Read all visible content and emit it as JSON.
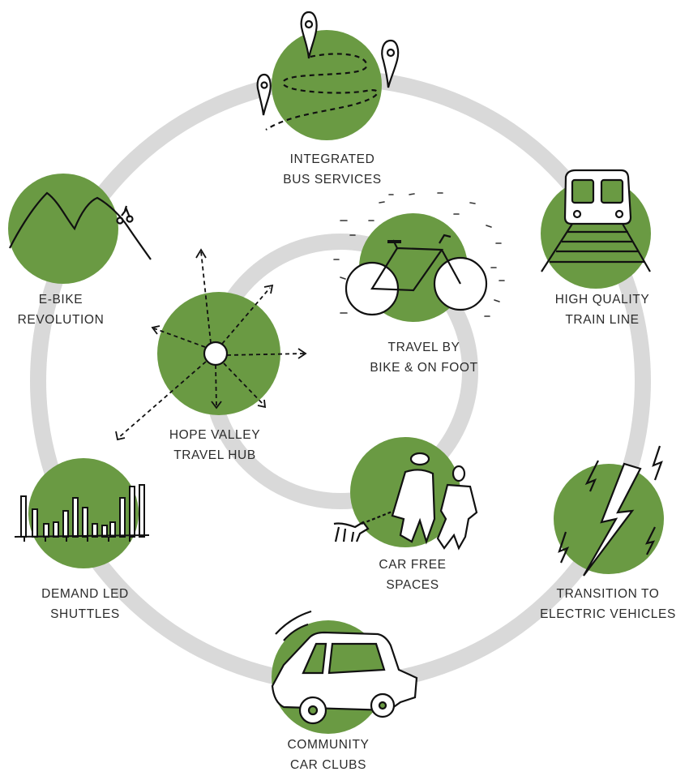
{
  "colors": {
    "node_fill": "#6a9a43",
    "ring": "#d9d9d9",
    "ink": "#111111",
    "label": "#2b2b2b"
  },
  "nodes": [
    {
      "id": "bus",
      "icon": "map-route-icon",
      "lines": [
        "INTEGRATED",
        "BUS SERVICES"
      ]
    },
    {
      "id": "train",
      "icon": "train-icon",
      "lines": [
        "HIGH QUALITY",
        "TRAIN LINE"
      ]
    },
    {
      "id": "ebike",
      "icon": "mountain-cyclist-icon",
      "lines": [
        "E-BIKE",
        "REVOLUTION"
      ]
    },
    {
      "id": "bike",
      "icon": "bicycle-icon",
      "lines": [
        "TRAVEL BY",
        "BIKE & ON FOOT"
      ]
    },
    {
      "id": "hub",
      "icon": "hub-arrows-icon",
      "lines": [
        "HOPE VALLEY",
        "TRAVEL HUB"
      ]
    },
    {
      "id": "carfree",
      "icon": "people-dog-icon",
      "lines": [
        "CAR FREE",
        "SPACES"
      ]
    },
    {
      "id": "shuttle",
      "icon": "bar-chart-icon",
      "lines": [
        "DEMAND LED",
        "SHUTTLES"
      ]
    },
    {
      "id": "ev",
      "icon": "lightning-icon",
      "lines": [
        "TRANSITION TO",
        "ELECTRIC VEHICLES"
      ]
    },
    {
      "id": "carclub",
      "icon": "car-icon",
      "lines": [
        "COMMUNITY",
        "CAR CLUBS"
      ]
    }
  ]
}
